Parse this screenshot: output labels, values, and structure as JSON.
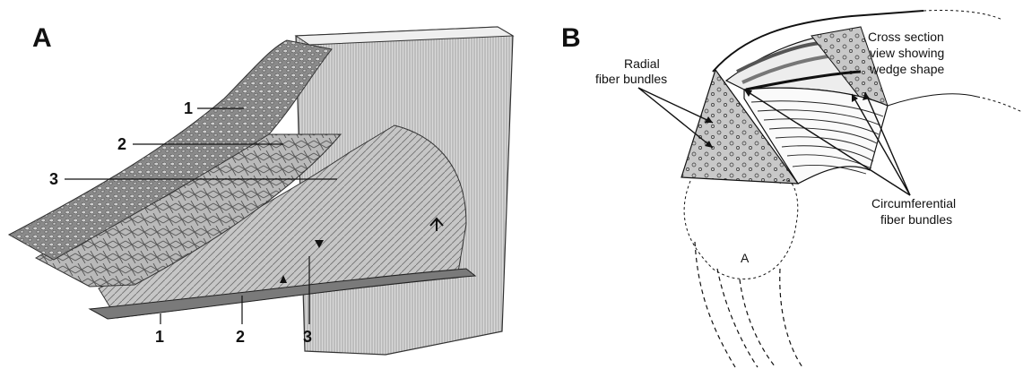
{
  "panel_a": {
    "letter": "A",
    "upper_labels": [
      "1",
      "2",
      "3"
    ],
    "lower_labels": [
      "1",
      "2",
      "3"
    ]
  },
  "panel_b": {
    "letter": "B",
    "radial_label": [
      "Radial",
      "fiber bundles"
    ],
    "cross_section_label": [
      "Cross section",
      "view showing",
      "wedge shape"
    ],
    "circumferential_label": [
      "Circumferential",
      "fiber bundles"
    ],
    "region_label": "A"
  }
}
